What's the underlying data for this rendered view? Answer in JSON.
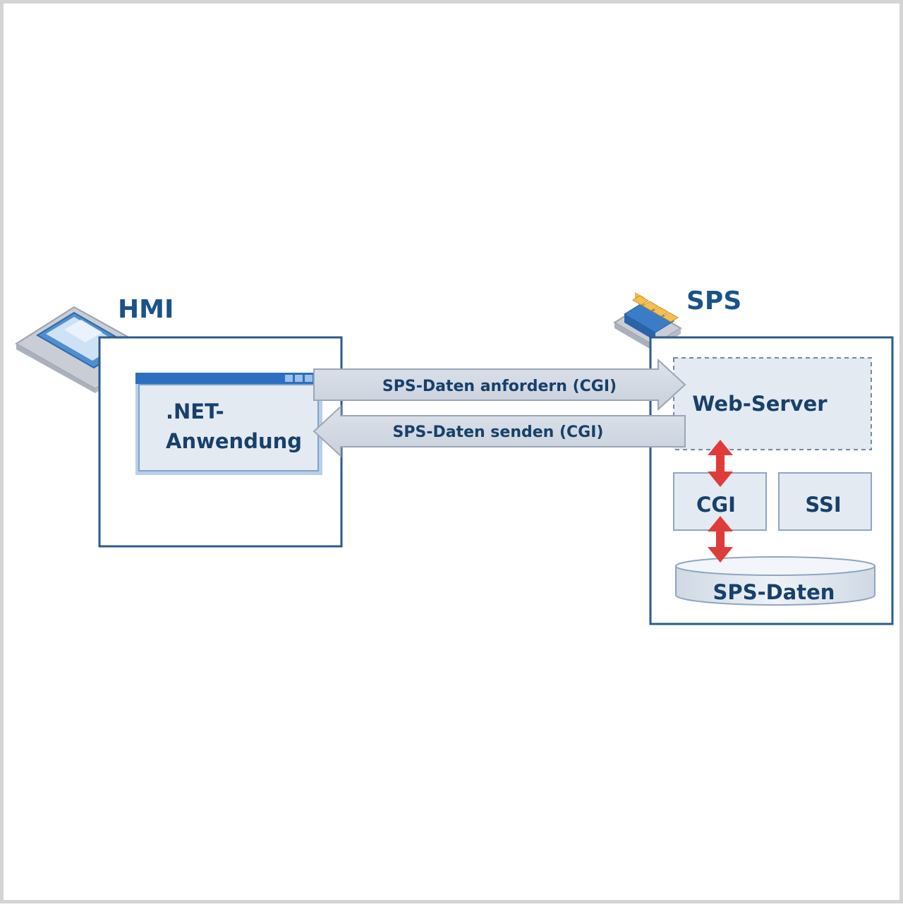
{
  "hmi": {
    "title": "HMI",
    "app_line1": ".NET-",
    "app_line2": "Anwendung"
  },
  "sps": {
    "title": "SPS",
    "web_server": "Web-Server",
    "cgi": "CGI",
    "ssi": "SSI",
    "data_store": "SPS-Daten"
  },
  "arrows": {
    "request": "SPS-Daten anfordern (CGI)",
    "send": "SPS-Daten senden (CGI)"
  },
  "colors": {
    "box_border": "#2b5b8c",
    "box_fill": "#e4eaf2",
    "arrow_fill": "#d2d9e3",
    "link_arrow": "#e03b3b",
    "title": "#1b5289"
  }
}
